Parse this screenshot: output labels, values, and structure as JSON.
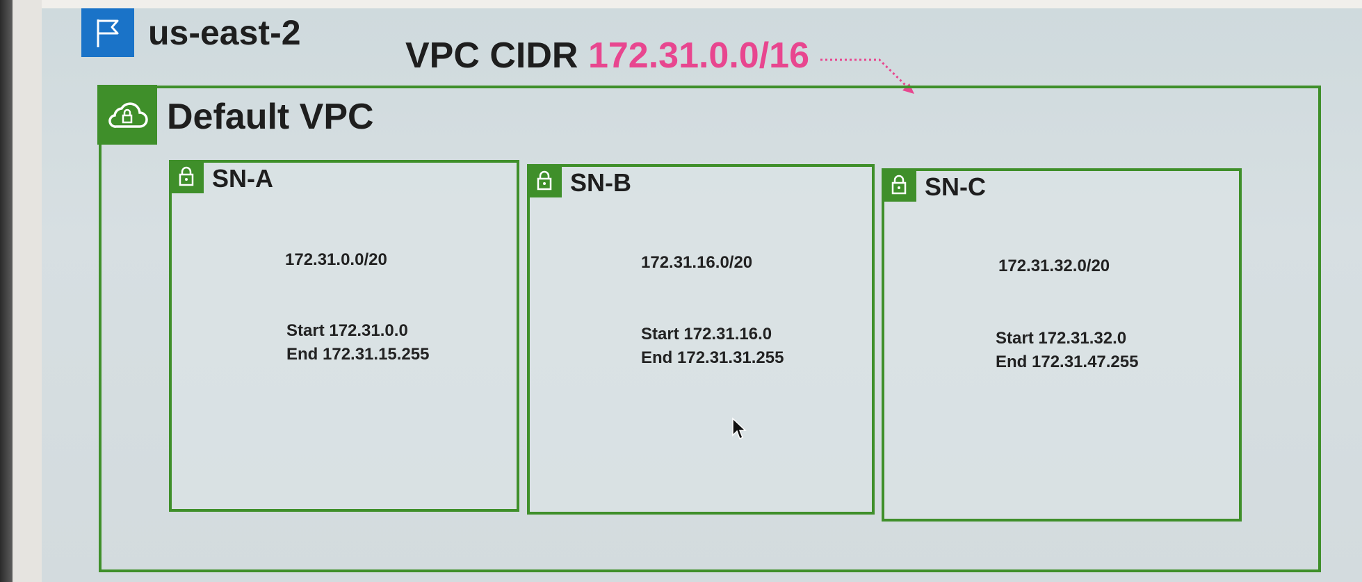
{
  "region": {
    "name": "us-east-2",
    "icon": "flag-icon",
    "color": "#1a73c8"
  },
  "vpc_cidr": {
    "label": "VPC CIDR",
    "value": "172.31.0.0/16",
    "value_color": "#e8468f"
  },
  "vpc": {
    "name": "Default VPC",
    "icon": "cloud-lock-icon",
    "border_color": "#3f8f2a"
  },
  "subnets": [
    {
      "name": "SN-A",
      "icon": "lock-icon",
      "cidr": "172.31.0.0/20",
      "start": "Start 172.31.0.0",
      "end": "End 172.31.15.255"
    },
    {
      "name": "SN-B",
      "icon": "lock-icon",
      "cidr": "172.31.16.0/20",
      "start": "Start 172.31.16.0",
      "end": "End 172.31.31.255"
    },
    {
      "name": "SN-C",
      "icon": "lock-icon",
      "cidr": "172.31.32.0/20",
      "start": "Start 172.31.32.0",
      "end": "End 172.31.47.255"
    }
  ]
}
